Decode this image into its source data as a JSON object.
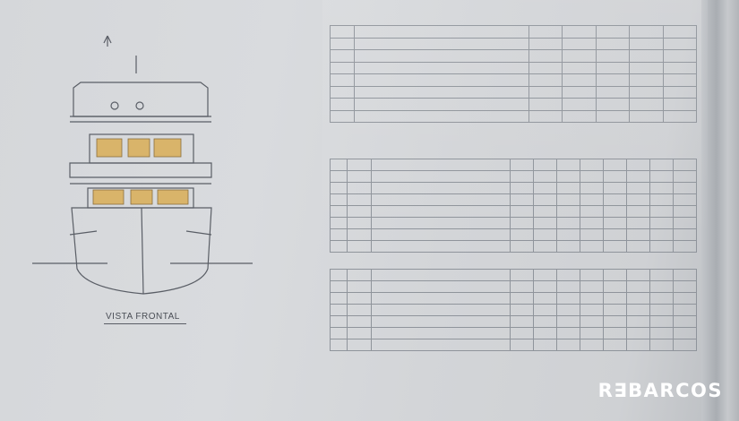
{
  "drawing": {
    "caption": "VISTA FRONTAL",
    "accent_color": "#d9b46a",
    "line_color": "#5a5e66"
  },
  "logo": {
    "text": "R∃BARCOS"
  },
  "table_top": {
    "rows": 8,
    "cols": 7
  },
  "table_middle": {
    "rows": 8,
    "cols": 11
  },
  "table_bottom": {
    "rows": 7,
    "cols": 11
  }
}
